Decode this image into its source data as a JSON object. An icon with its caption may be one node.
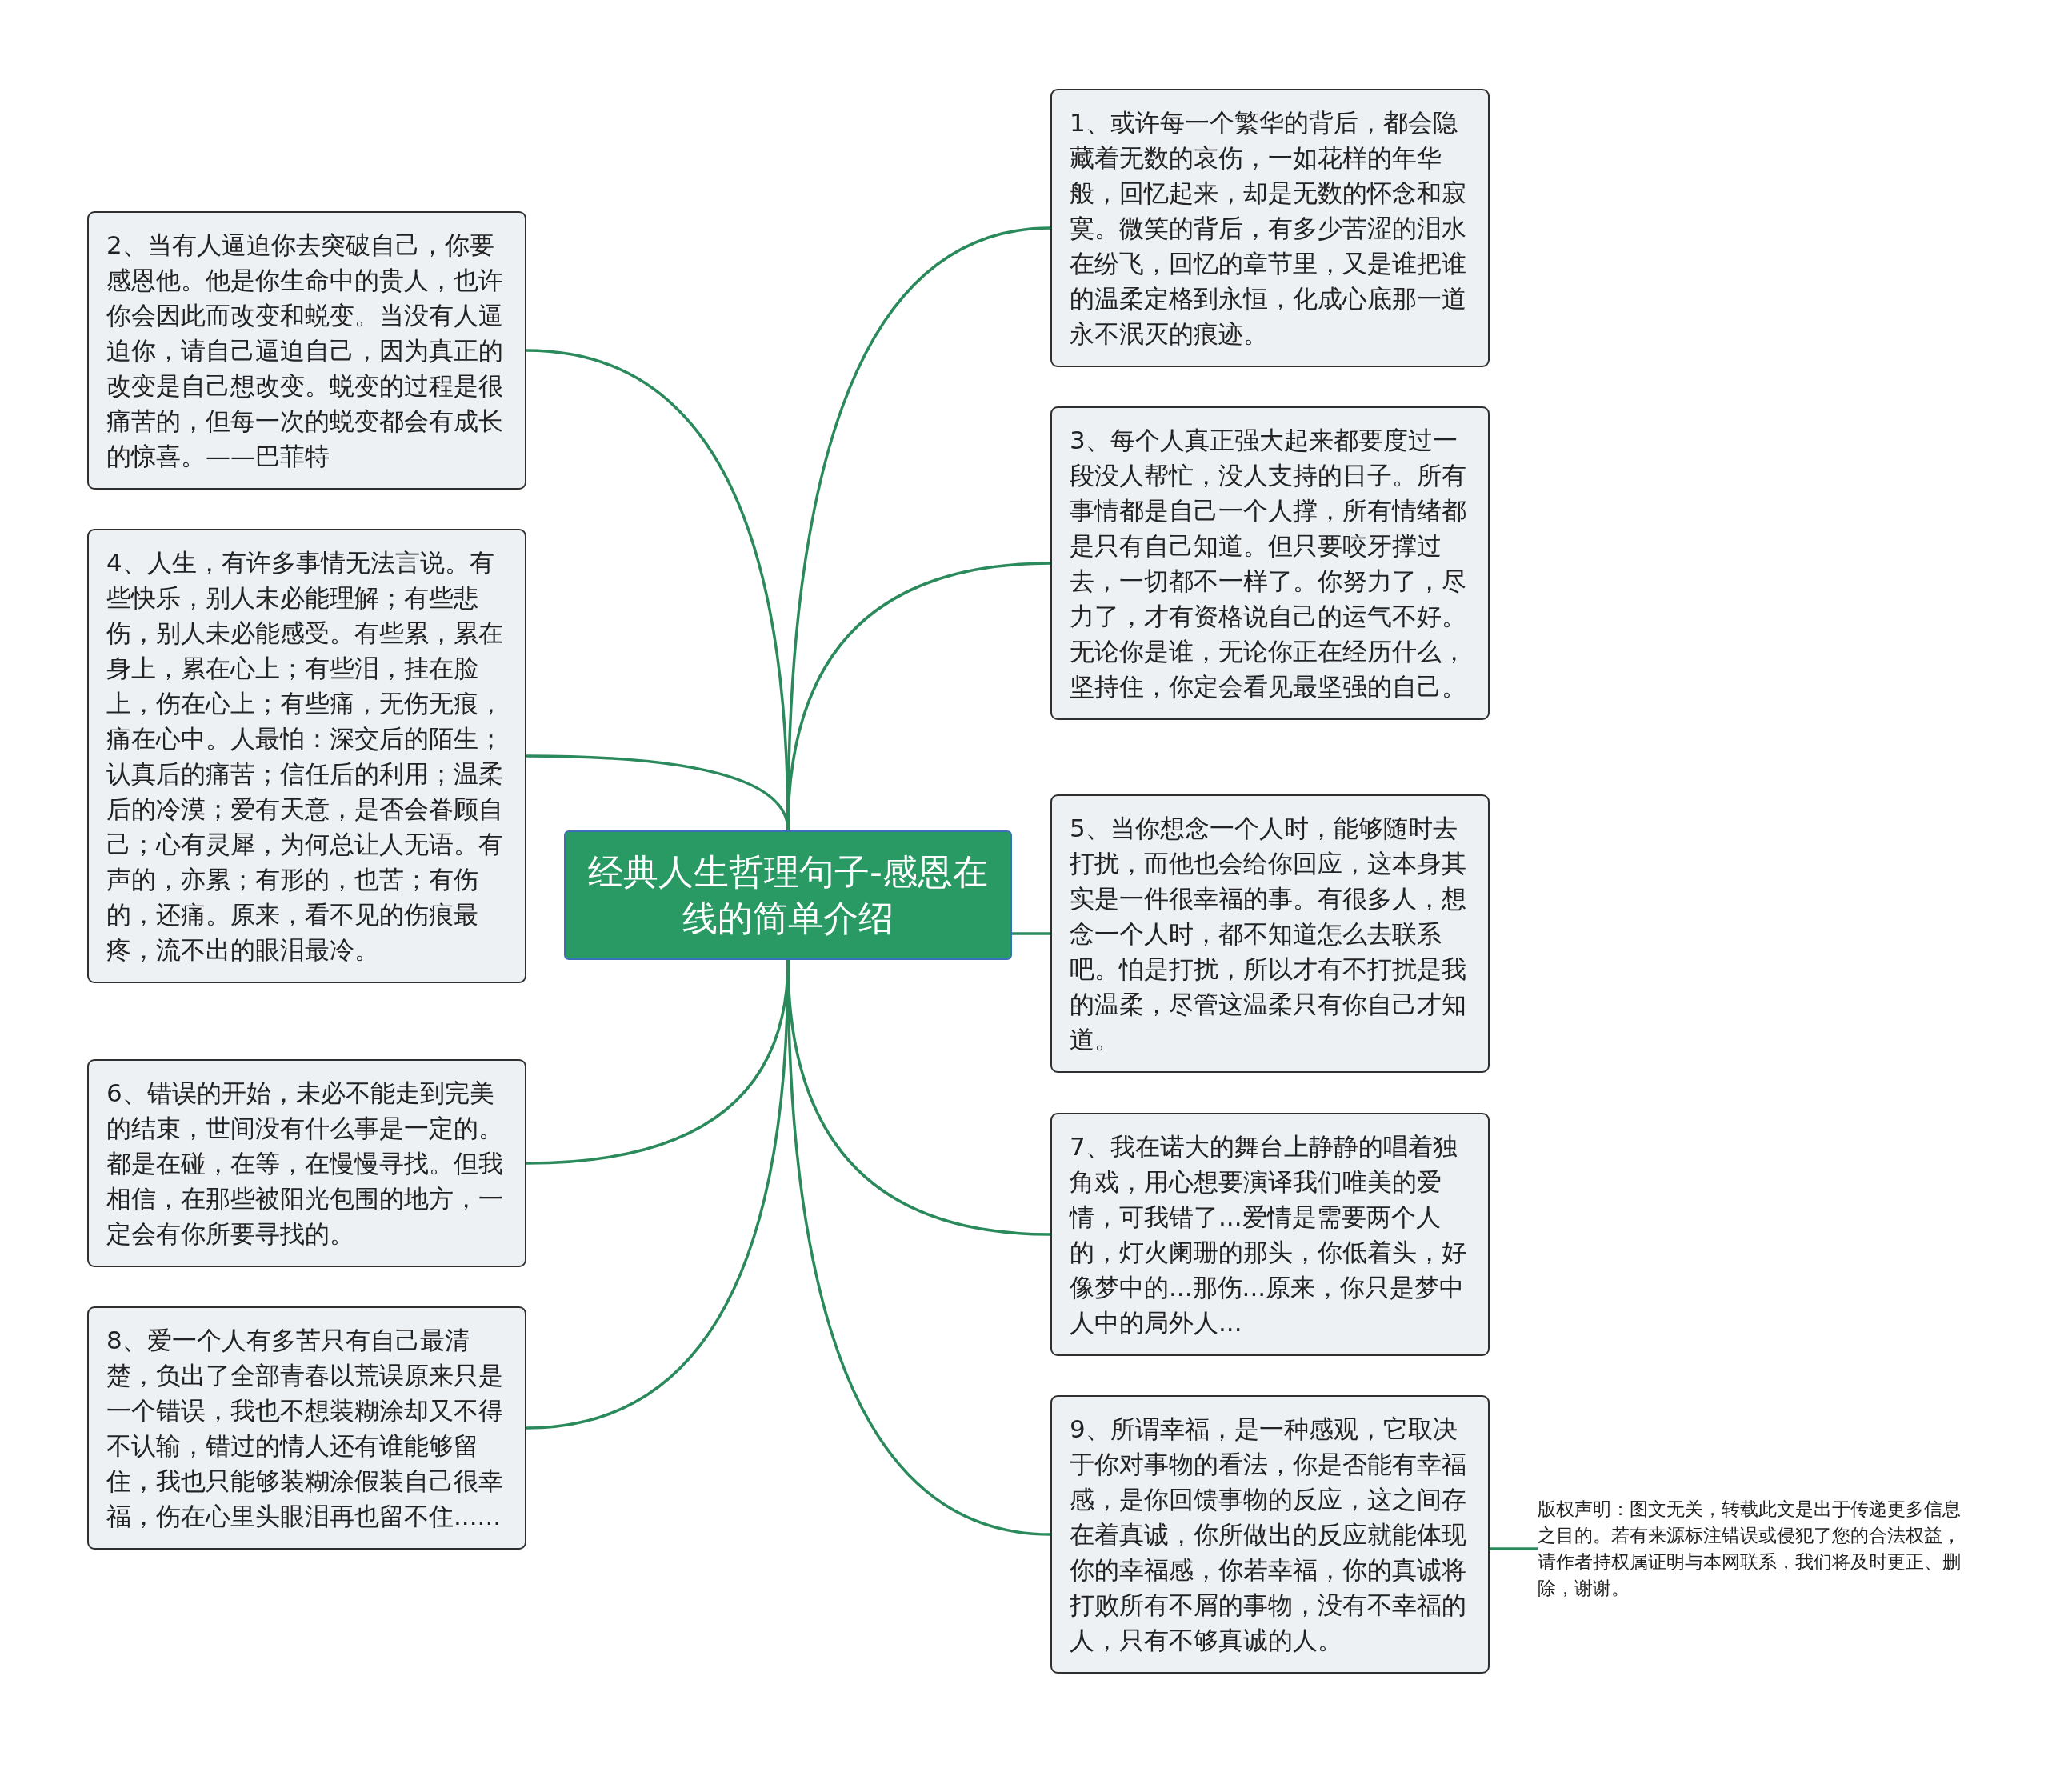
{
  "diagram": {
    "nodes": [
      {
        "text": [
          "经典人生哲理句子-感恩在线的简单介绍"
        ]
      },
      {
        "text": [
          "1、或许每一个繁华的背后，都会隐藏着无数的哀伤，一如花样的年华般，回忆起来，却是无数的怀念和寂寞。微笑的背后，有多少苦涩的泪水在纷飞，回忆的章节里，又是谁把谁的温柔定格到永恒，化成心底那一道永不泯灭的痕迹。"
        ]
      },
      {
        "text": [
          "2、当有人逼迫你去突破自己，你要感恩他。他是你生命中的贵人，也许你会因此而改变和蜕变。当没有人逼迫你，请自己逼迫自己，因为真正的改变是自己想改变。蜕变的过程是很痛苦的，但每一次的蜕变都会有成长的惊喜。——巴菲特"
        ]
      },
      {
        "text": [
          "3、每个人真正强大起来都要度过一段没人帮忙，没人支持的日子。所有事情都是自己一个人撑，所有情绪都是只有自己知道。但只要咬牙撑过去，一切都不一样了。你努力了，尽力了，才有资格说自己的运气不好。无论你是谁，无论你正在经历什么，坚持住，你定会看见最坚强的自己。"
        ]
      },
      {
        "text": [
          "4、人生，有许多事情无法言说。有些快乐，别人未必能理解；有些悲伤，别人未必能感受。有些累，累在身上，累在心上；有些泪，挂在脸上，伤在心上；有些痛，无伤无痕，痛在心中。人最怕：深交后的陌生；认真后的痛苦；信任后的利用；温柔后的冷漠；爱有天意，是否会眷顾自己；心有灵犀，为何总让人无语。有声的，亦累；有形的，也苦；有伤的，还痛。原来，看不见的伤痕最疼，流不出的眼泪最冷。"
        ]
      },
      {
        "text": [
          "5、当你想念一个人时，能够随时去打扰，而他也会给你回应，这本身其实是一件很幸福的事。有很多人，想念一个人时，都不知道怎么去联系吧。怕是打扰，所以才有不打扰是我的温柔，尽管这温柔只有你自己才知道。"
        ]
      },
      {
        "text": [
          "6、错误的开始，未必不能走到完美的结束，世间没有什么事是一定的。都是在碰，在等，在慢慢寻找。但我相信，在那些被阳光包围的地方，一定会有你所要寻找的。"
        ]
      },
      {
        "text": [
          "7、我在诺大的舞台上静静的唱着独角戏，用心想要演译我们唯美的爱情，可我错了...爱情是需要两个人的，灯火阑珊的那头，你低着头，好像梦中的...那伤...原来，你只是梦中人中的局外人..."
        ]
      },
      {
        "text": [
          "8、爱一个人有多苦只有自己最清楚，负出了全部青春以荒误原来只是一个错误，我也不想装糊涂却又不得不认输，错过的情人还有谁能够留住，我也只能够装糊涂假装自己很幸福，伤在心里头眼泪再也留不住......"
        ]
      },
      {
        "text": [
          "9、所谓幸福，是一种感观，它取决于你对事物的看法，你是否能有幸福感，是你回馈事物的反应，这之间存在着真诚，你所做出的反应就能体现你的幸福感，你若幸福，你的真诚将打败所有不屑的事物，没有不幸福的人，只有不够真诚的人。"
        ]
      },
      {
        "text": [
          "版权声明：图文无关，转载此文是出于传递更多信息之目的。若有来源标注错误或侵犯了您的合法权益，请作者持权属证明与本网联系，我们将及时更正、删除，谢谢。"
        ]
      }
    ],
    "edges": [
      {
        "from": 0,
        "to": 1,
        "arrow": "none"
      },
      {
        "from": 0,
        "to": 2,
        "arrow": "none"
      },
      {
        "from": 0,
        "to": 3,
        "arrow": "none"
      },
      {
        "from": 0,
        "to": 4,
        "arrow": "none"
      },
      {
        "from": 0,
        "to": 5,
        "arrow": "none"
      },
      {
        "from": 0,
        "to": 6,
        "arrow": "none"
      },
      {
        "from": 0,
        "to": 7,
        "arrow": "none"
      },
      {
        "from": 0,
        "to": 8,
        "arrow": "none"
      },
      {
        "from": 0,
        "to": 9,
        "arrow": "none"
      },
      {
        "from": 9,
        "to": 10,
        "arrow": "none"
      }
    ]
  }
}
